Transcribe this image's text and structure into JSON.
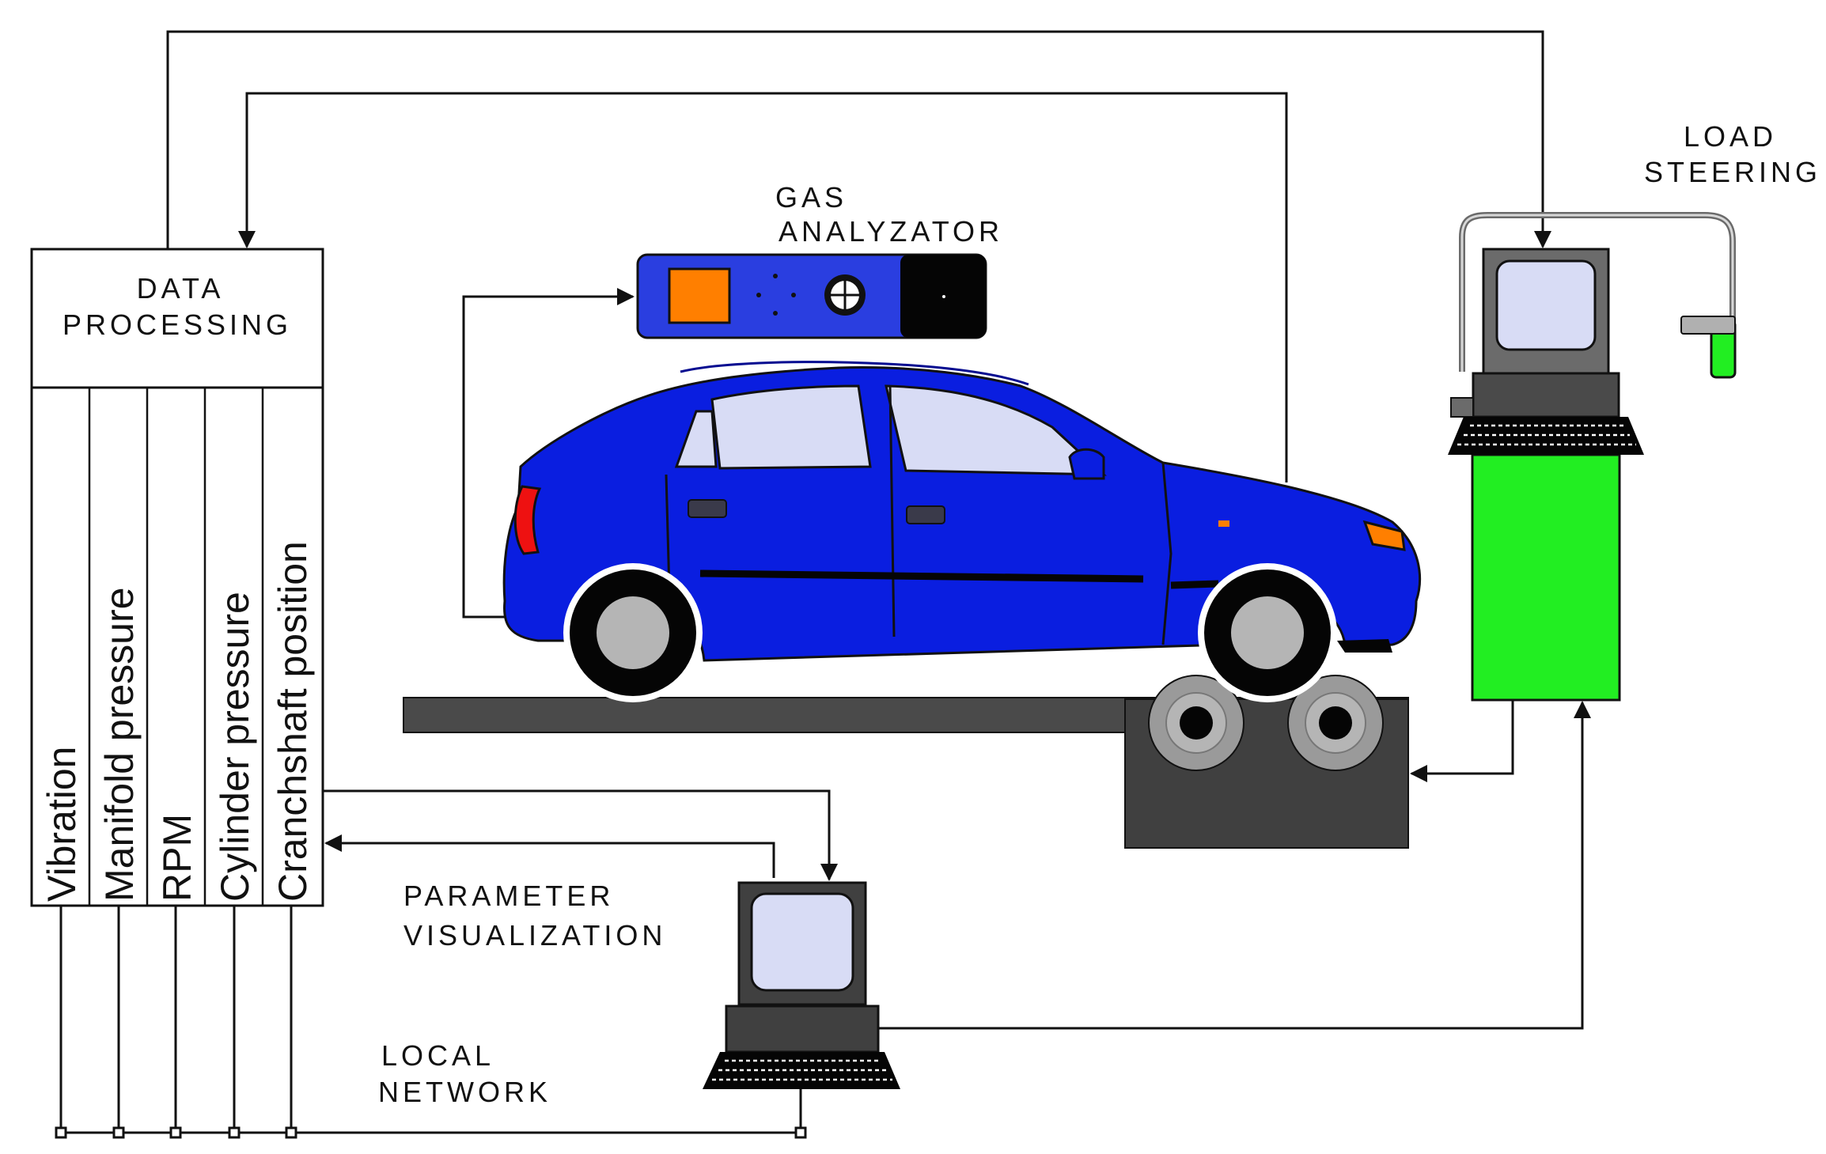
{
  "labels": {
    "data_processing_line1": "DATA",
    "data_processing_line2": "PROCESSING",
    "gas_analyzator_line1": "GAS",
    "gas_analyzator_line2": "ANALYZATOR",
    "load_steering_line1": "LOAD",
    "load_steering_line2": "STEERING",
    "parameter_visualization_line1": "PARAMETER",
    "parameter_visualization_line2": "VISUALIZATION",
    "local_network_line1": "LOCAL",
    "local_network_line2": "NETWORK"
  },
  "sensors": [
    "Vibration",
    "Manifold pressure",
    "RPM",
    "Cylinder pressure",
    "Cranchshaft position"
  ],
  "colors": {
    "car_body": "#0a1ee0",
    "car_window": "#d8dcf5",
    "analyzer_body": "#2a3ee0",
    "analyzer_display": "#ff7f00",
    "cabinet": "#22ee22",
    "monitor_screen": "#d8dcf5",
    "dyno_base": "#404040",
    "platform": "#4a4a4a",
    "roller": "#9a9a9a"
  }
}
